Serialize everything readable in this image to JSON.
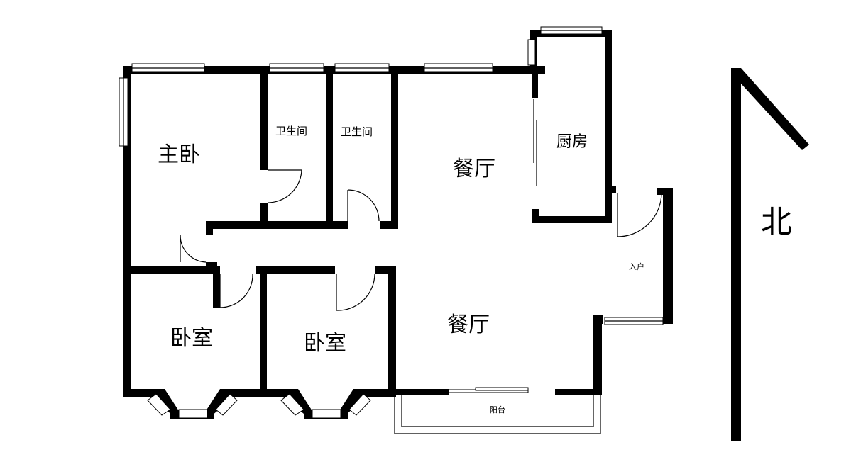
{
  "rooms": {
    "master_bedroom": "主卧",
    "bathroom_1": "卫生间",
    "bathroom_2": "卫生间",
    "dining_top": "餐厅",
    "kitchen": "厨房",
    "entrance": "入户",
    "bedroom_1": "卧室",
    "bedroom_2": "卧室",
    "dining_bottom": "餐厅",
    "balcony": "阳台"
  },
  "compass": {
    "north_label": "北"
  },
  "colors": {
    "wall": "#000000",
    "background": "#ffffff"
  }
}
